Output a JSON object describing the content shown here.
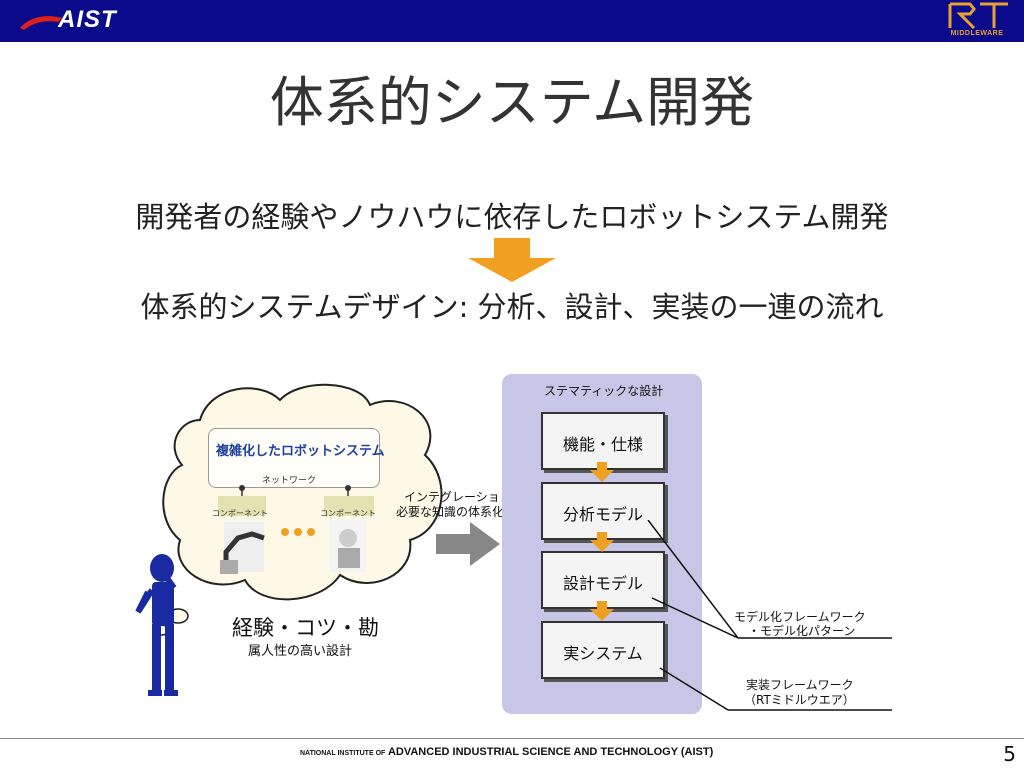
{
  "header": {
    "logo_text": "AIST",
    "rt_logo_text": "RT",
    "rt_logo_sub": "MIDDLEWARE"
  },
  "slide": {
    "title": "体系的システム開発",
    "line1": "開発者の経験やノウハウに依存したロボットシステム開発",
    "line2": "体系的システムデザイン: 分析、設計、実装の一連の流れ"
  },
  "diagram": {
    "cloud_title": "複雑化したロボットシステム",
    "network_label": "ネットワーク",
    "component_left": "コンポーネント",
    "component_right": "コンポーネント",
    "experience_label": "経験・コツ・勘",
    "experience_sub": "属人性の高い設計",
    "arrow_label_line1": "インテグレーションに",
    "arrow_label_line2": "必要な知識の体系化",
    "panel_title": "ステマティックな設計",
    "boxes": [
      "機能・仕様",
      "分析モデル",
      "設計モデル",
      "実システム"
    ],
    "note1_line1": "モデル化フレームワーク",
    "note1_line2": "・モデル化パターン",
    "note2_line1": "実装フレームワーク",
    "note2_line2": "（RTミドルウエア）"
  },
  "footer": {
    "prefix": "NATIONAL INSTITUTE OF",
    "org": "ADVANCED INDUSTRIAL SCIENCE AND TECHNOLOGY (AIST)",
    "page_number": "5"
  },
  "colors": {
    "header_bg": "#0a0a8a",
    "accent_orange": "#f0a020",
    "panel_bg": "#c8c6e6",
    "cloud_bg": "#fdf9e6"
  }
}
